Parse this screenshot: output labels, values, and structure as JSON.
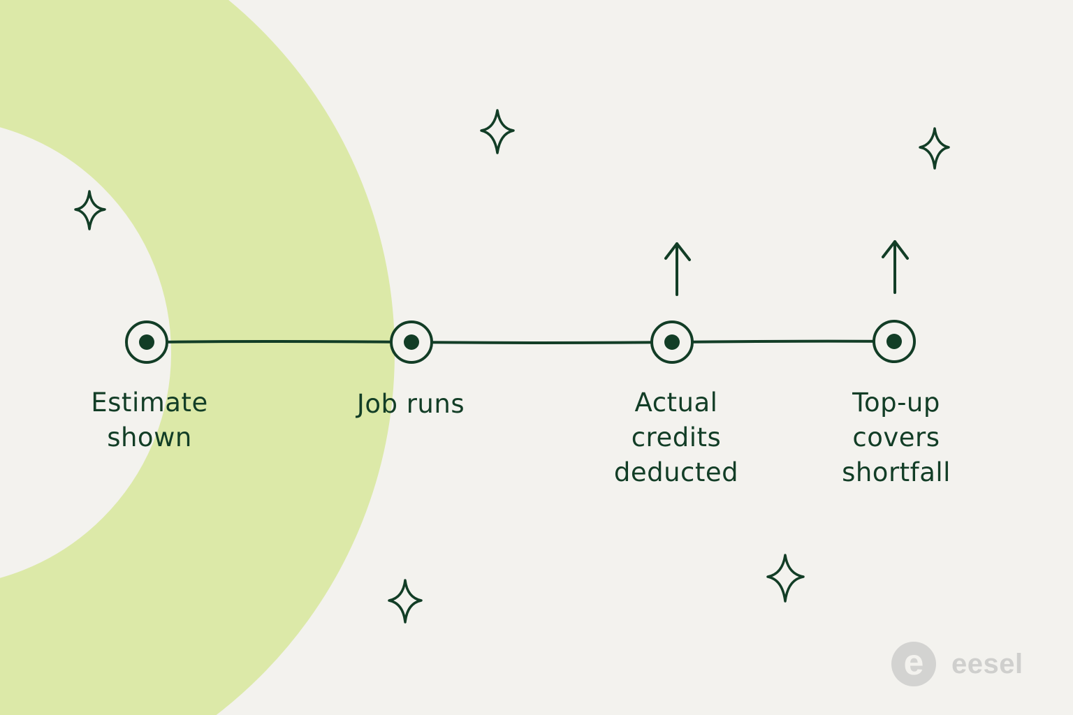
{
  "colors": {
    "background": "#f3f2ee",
    "arc": "#dce9a8",
    "ink": "#123d26",
    "logo": "#d3d3d1"
  },
  "steps": [
    {
      "label": "Estimate\nshown",
      "has_up_arrow": false
    },
    {
      "label": "Job runs",
      "has_up_arrow": false
    },
    {
      "label": "Actual\ncredits\ndeducted",
      "has_up_arrow": true
    },
    {
      "label": "Top-up\ncovers\nshortfall",
      "has_up_arrow": true
    }
  ],
  "decorations": {
    "sparkle_icon": "four-point-star-icon",
    "arrow_icon": "up-arrow-icon"
  },
  "brand": {
    "logo_letter": "e",
    "name": "eesel"
  }
}
